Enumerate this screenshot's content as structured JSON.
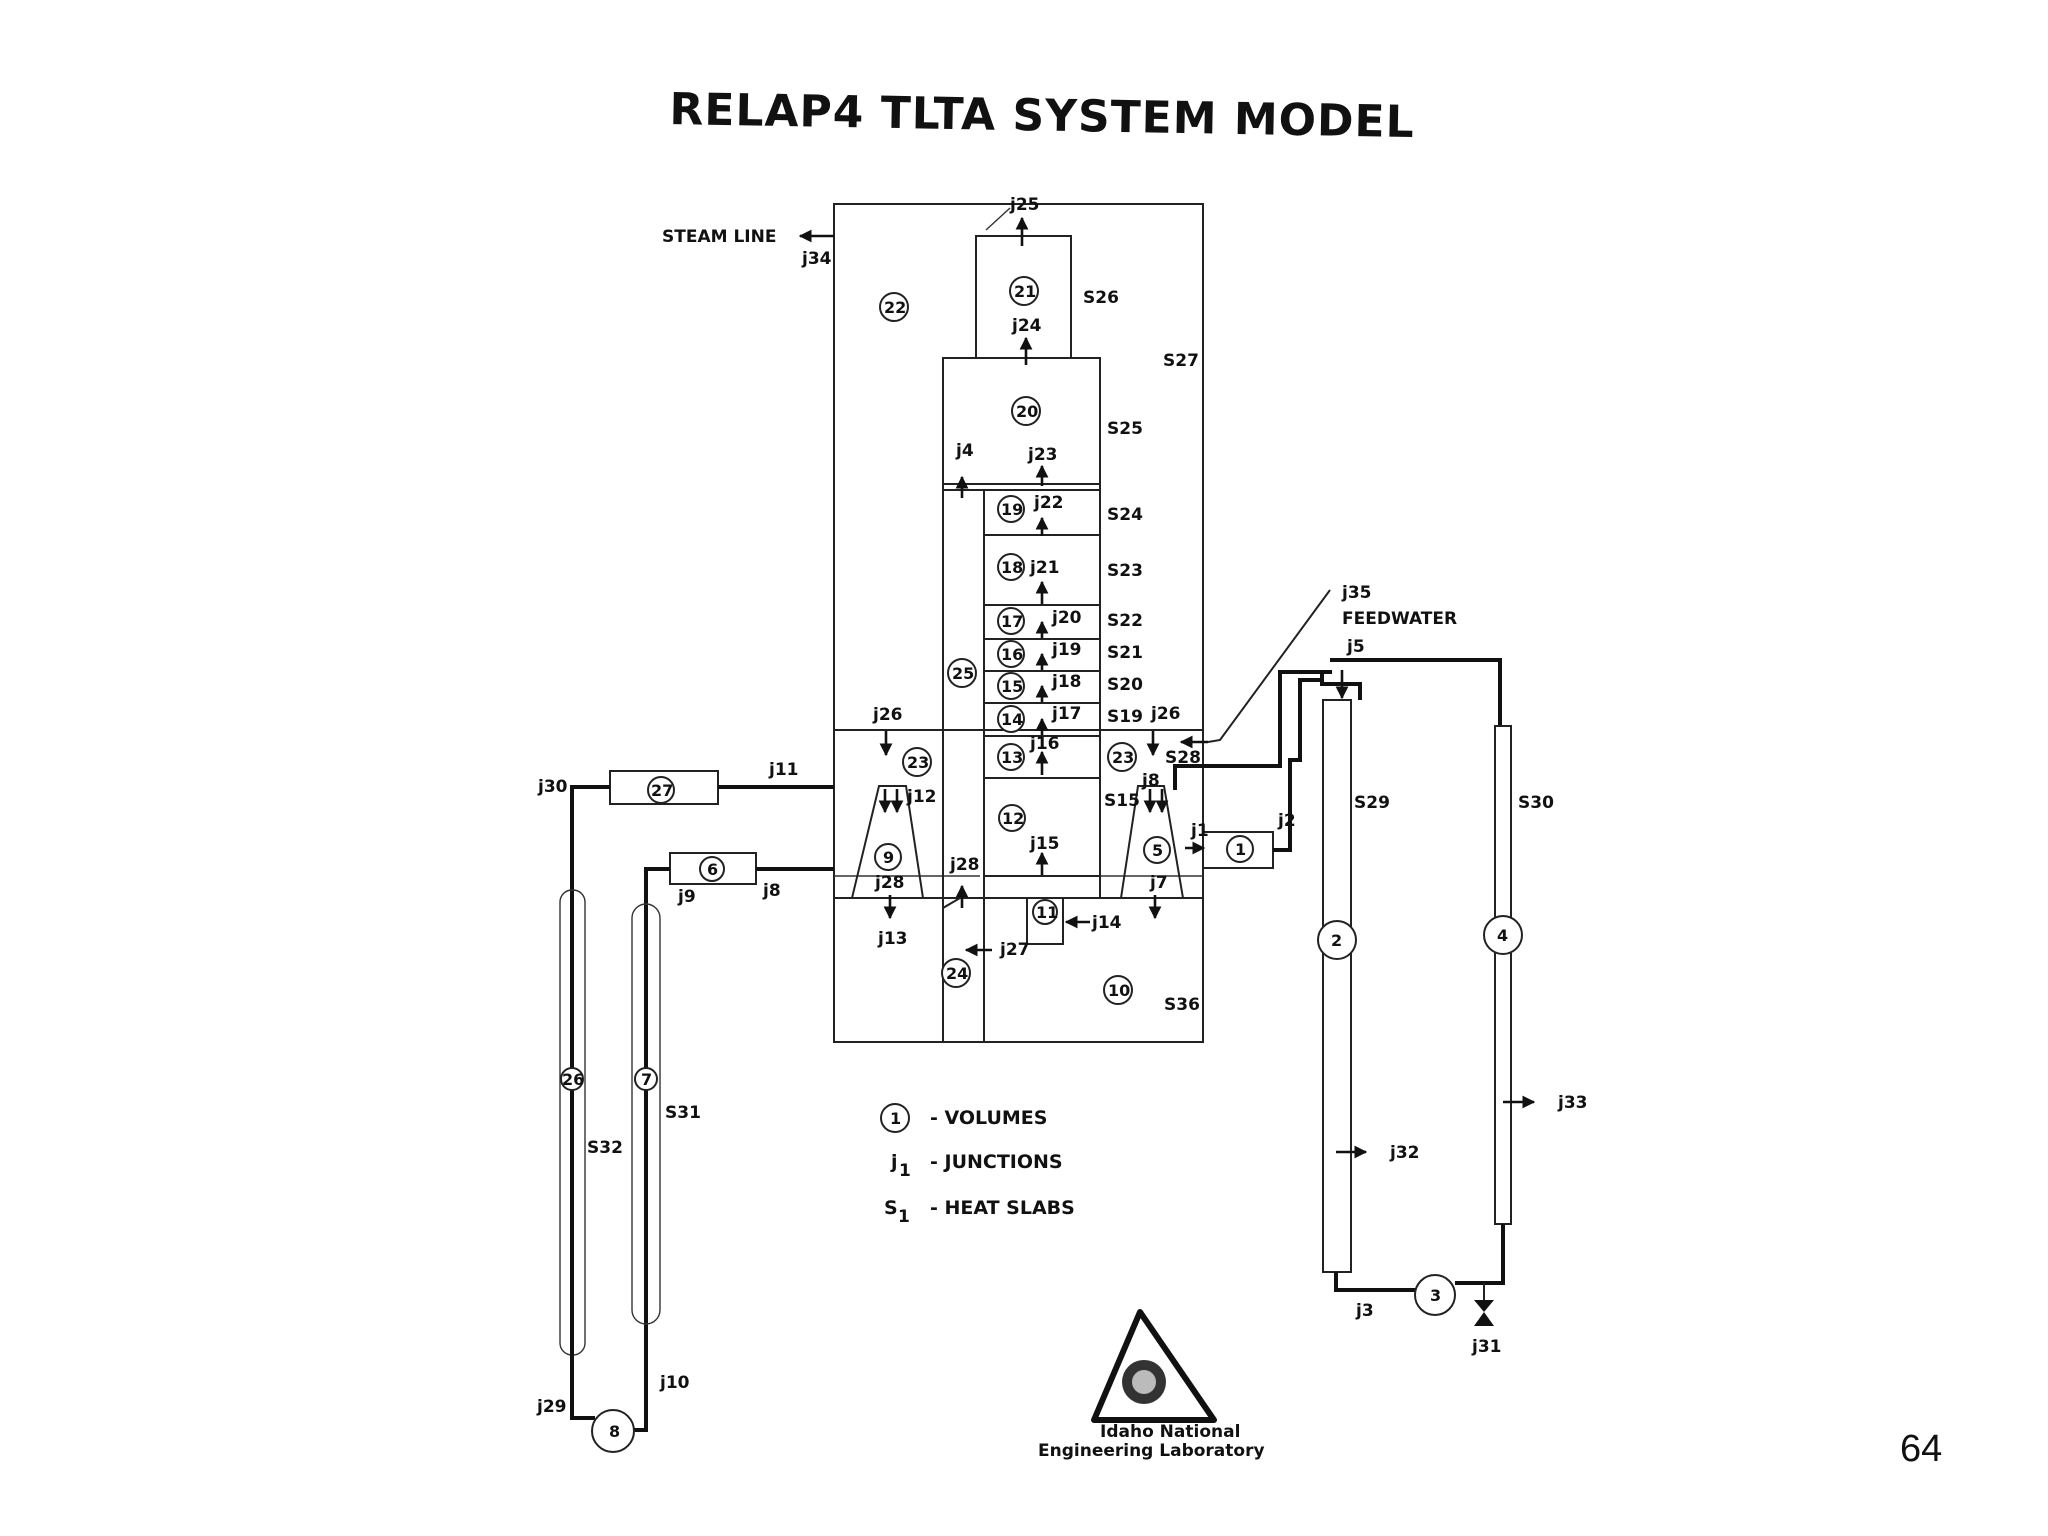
{
  "title": "RELAP4 TLTA SYSTEM MODEL",
  "page_number": "64",
  "labels": {
    "steam_line": "STEAM LINE",
    "feedwater": "FEEDWATER"
  },
  "volumes": [
    "1",
    "2",
    "3",
    "4",
    "5",
    "6",
    "7",
    "8",
    "9",
    "10",
    "11",
    "12",
    "13",
    "14",
    "15",
    "16",
    "17",
    "18",
    "19",
    "20",
    "21",
    "22",
    "23",
    "23",
    "24",
    "25",
    "26",
    "27"
  ],
  "junctions": [
    "j1",
    "j2",
    "j3",
    "j4",
    "j5",
    "j7",
    "j8",
    "j8",
    "j9",
    "j10",
    "j11",
    "j12",
    "j13",
    "j14",
    "j15",
    "j16",
    "j17",
    "j18",
    "j19",
    "j20",
    "j21",
    "j22",
    "j23",
    "j24",
    "j25",
    "j26",
    "j26",
    "j27",
    "j28",
    "j28",
    "j29",
    "j30",
    "j31",
    "j32",
    "j33",
    "j34",
    "j35"
  ],
  "heat_slabs": [
    "S15",
    "S19",
    "S20",
    "S21",
    "S22",
    "S23",
    "S24",
    "S25",
    "S26",
    "S27",
    "S28",
    "S29",
    "S30",
    "S31",
    "S32",
    "S36"
  ],
  "legend": {
    "volume_symbol": "1",
    "volume_label": "- VOLUMES",
    "junction_symbol": "j",
    "junction_sub": "1",
    "junction_label": "- JUNCTIONS",
    "slab_symbol": "S",
    "slab_sub": "1",
    "slab_label": "- HEAT SLABS"
  },
  "logo": {
    "line1": "Idaho National",
    "line2": "Engineering Laboratory"
  }
}
